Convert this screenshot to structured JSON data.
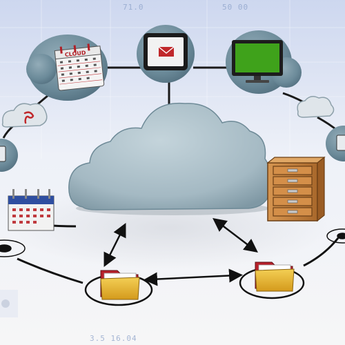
{
  "calendar": {
    "label": "CLOUD"
  },
  "decor": {
    "top_left_text": "71.0",
    "top_right_text": "50 00",
    "bottom_text": "3.5 16.04"
  },
  "colors": {
    "cloud_main": "#a9bdc6",
    "cloud_bubble": "#9fb6c0",
    "node_fill": "#5e7f8e",
    "folder_red": "#b8202a",
    "folder_yellow": "#e8b830",
    "cabinet": "#c9833d",
    "monitor_screen": "#3fa21b",
    "tablet_red": "#c0282b",
    "background_top": "#dfe6f5",
    "background_floor": "#f4f4f6"
  }
}
